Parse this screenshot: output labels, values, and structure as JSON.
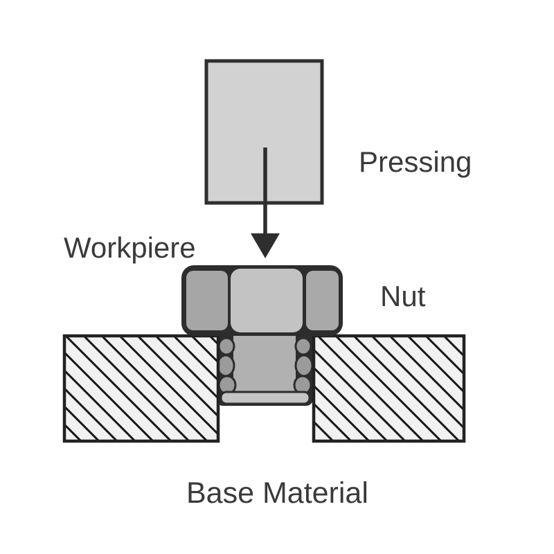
{
  "diagram": {
    "labels": {
      "pressing": "Pressing",
      "workpiece": "Workpiere",
      "nut": "Nut",
      "base_material": "Base Material"
    },
    "colors": {
      "background": "#ffffff",
      "outline": "#2e2e2e",
      "text": "#3a3a3a",
      "press_fill": "#d2d2d2",
      "nut_outline_fill": "#2d2d2d",
      "nut_side_facet": "#a6a6a6",
      "nut_center_facet": "#c3c3c3",
      "stem_column": "#b1b1b1",
      "stem_bumps": "#9b9b9b",
      "bottom_flange": "#c5c5c5",
      "base_fill": "#f1f1f1",
      "hatch_line": "#161616"
    }
  }
}
